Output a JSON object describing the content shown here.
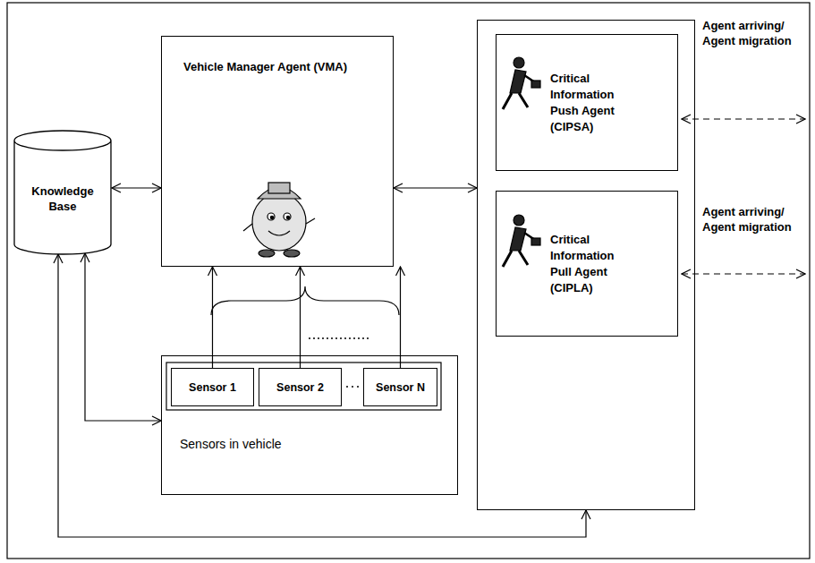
{
  "diagram": {
    "nodes": [
      {
        "text": [
          "Knowledge Base"
        ]
      },
      {
        "text": [
          "Vehicle Manager Agent (VMA)"
        ]
      },
      {
        "text": [
          "Sensors in vehicle"
        ]
      },
      {
        "text": [
          "Sensor 1"
        ],
        "in": 2
      },
      {
        "text": [
          "Sensor 2"
        ],
        "in": 2
      },
      {
        "text": [
          "Sensor N"
        ],
        "in": 2
      },
      {
        "text": []
      },
      {
        "text": [
          "Critical Information Push Agent (CIPSA)"
        ],
        "in": 6
      },
      {
        "text": [
          "Critical Information Pull Agent (CIPLA)"
        ],
        "in": 6
      }
    ],
    "edges": [
      {
        "from": 0,
        "to": 1,
        "arrow": "both"
      },
      {
        "from": 1,
        "to": 6,
        "arrow": "both"
      },
      {
        "from": 3,
        "to": 1,
        "arrow": "to"
      },
      {
        "from": 4,
        "to": 1,
        "arrow": "to"
      },
      {
        "from": 5,
        "to": 1,
        "arrow": "to"
      },
      {
        "from": 0,
        "to": 2,
        "arrow": "both"
      },
      {
        "from": 0,
        "to": 6,
        "arrow": "both"
      }
    ],
    "labels": [
      "Agent arriving/ Agent migration",
      "Agent arriving/ Agent migration"
    ]
  }
}
